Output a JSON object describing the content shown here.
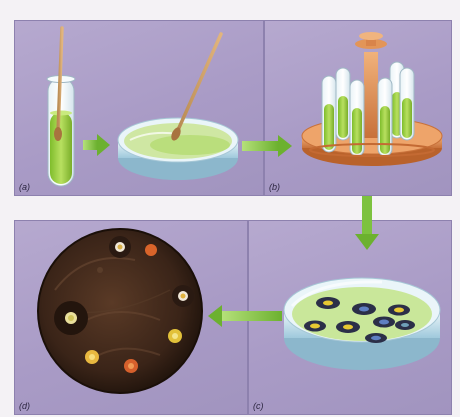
{
  "panels": [
    {
      "id": "a",
      "label": "(a)"
    },
    {
      "id": "b",
      "label": "(b)"
    },
    {
      "id": "c",
      "label": "(c)"
    },
    {
      "id": "d",
      "label": "(d)"
    }
  ],
  "colors": {
    "panel_bg": "#ab9dc8",
    "arrow_green": "#7dc23f",
    "culture_green": "#9bd24a",
    "rack_orange": "#d88a4f",
    "colony_dark": "#2b2f48",
    "colony_yellow": "#e7c933",
    "colony_orange": "#e07e2c",
    "plate_dark": "#3a2418"
  },
  "icons": [
    "test-tube-icon",
    "swab-icon",
    "petri-dish-icon",
    "test-tube-rack-icon",
    "arrow-right-icon",
    "arrow-down-icon",
    "arrow-left-icon",
    "colony-plate-photo"
  ]
}
